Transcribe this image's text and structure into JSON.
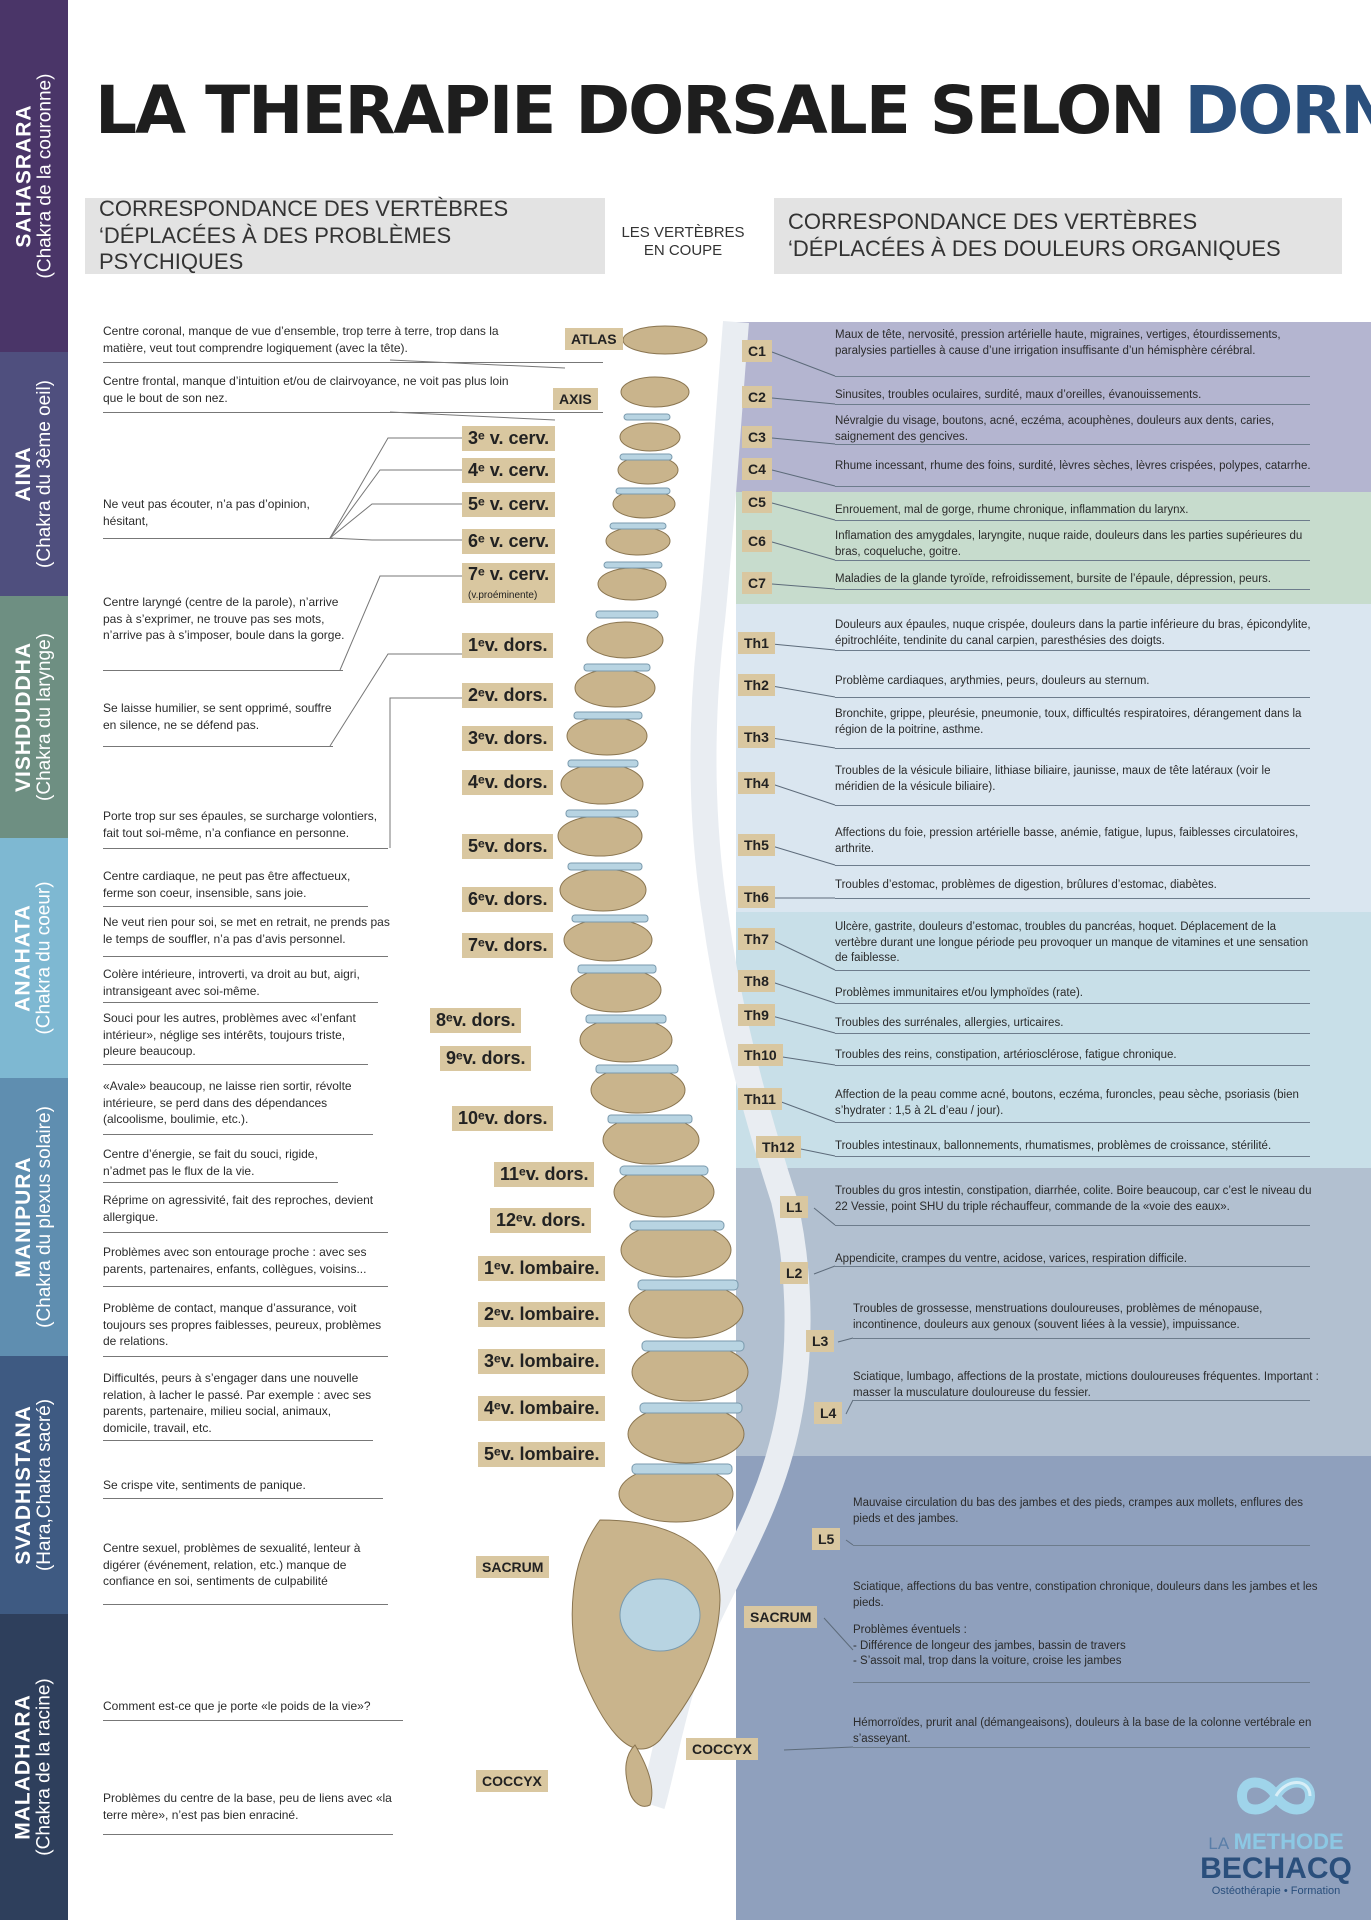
{
  "title": {
    "main": "LA THERAPIE DORSALE SELON",
    "accent": "DORN"
  },
  "headers": {
    "left": "CORRESPONDANCE DES VERTÈBRES ‘DÉPLACÉES À DES PROBLÈMES PSYCHIQUES",
    "middle": "LES VERTÈBRES EN COUPE",
    "right": "CORRESPONDANCE DES VERTÈBRES ‘DÉPLACÉES À DES DOULEURS ORGANIQUES"
  },
  "chakras": [
    {
      "name": "SAHASRARA",
      "sub": "(Chakra de la couronne)",
      "color": "#4a3568"
    },
    {
      "name": "AINA",
      "sub": "(Chakra du 3ème oeil)",
      "color": "#4f4f7e"
    },
    {
      "name": "VISHDUDDHA",
      "sub": "(Chakra du larynge)",
      "color": "#6e8f82"
    },
    {
      "name": "ANAHATA",
      "sub": "(Chakra du coeur)",
      "color": "#7eb8d2"
    },
    {
      "name": "MANIPURA",
      "sub": "(Chakra du plexus solaire)",
      "color": "#5f8eb0"
    },
    {
      "name": "SVADHISTANA",
      "sub": "(Hara,Chakra sacré)",
      "color": "#3e5a82"
    },
    {
      "name": "MALADHARA",
      "sub": "(Chakra de la racine)",
      "color": "#2e3f5c"
    }
  ],
  "left_texts": [
    "Centre coronal, manque de vue d’ensemble, trop terre à terre, trop dans la matière, veut tout comprendre logiquement (avec la tête).",
    "Centre frontal, manque d’intuition et/ou de clairvoyance, ne voit pas plus loin que le bout de son nez.",
    "Ne veut pas écouter, n’a pas d’opinion, hésitant,",
    "Centre laryngé (centre de la parole), n’arrive pas à s’exprimer, ne trouve pas ses mots, n’arrive pas à s’imposer, boule dans la gorge.",
    "Se laisse humilier, se sent opprimé, souffre en silence, ne se défend pas.",
    "Porte trop sur ses épaules, se surcharge volontiers, fait tout soi-même, n’a confiance en personne.",
    "Centre cardiaque, ne peut pas être affectueux, ferme son coeur, insensible, sans joie.",
    "Ne veut rien pour soi, se met en retrait, ne prends pas le temps de souffler, n’a pas d’avis personnel.",
    "Colère intérieure, introverti, va droit au but, aigri, intransigeant avec soi-même.",
    "Souci pour les autres, problèmes avec «l’enfant intérieur», néglige ses intérêts, toujours triste, pleure beaucoup.",
    "«Avale» beaucoup, ne laisse rien sortir, révolte intérieure, se perd dans des dépendances (alcoolisme, boulimie, etc.).",
    "Centre d’énergie, se fait du souci, rigide, n’admet pas le flux de la vie.",
    "Réprime on agressivité, fait des reproches, devient allergique.",
    "Problèmes avec son entourage proche : avec ses parents, partenaires, enfants, collègues, voisins...",
    "Problème de contact, manque d’assurance, voit toujours ses propres faiblesses, peureux, problèmes de relations.",
    "Difficultés, peurs à s’engager dans une nouvelle relation, à lacher le passé. Par exemple : avec ses parents, partenaire, milieu social, animaux, domicile, travail, etc.",
    "Se crispe vite, sentiments de panique.",
    "Centre sexuel, problèmes de sexualité, lenteur à digérer (événement, relation, etc.) manque de confiance en soi, sentiments de culpabilité",
    "Comment est-ce que je porte «le poids de la vie»?",
    "Problèmes du centre de la base, peu de liens avec «la terre mère», n’est pas bien enraciné."
  ],
  "left_labels": [
    "ATLAS",
    "AXIS",
    "3ᵉ v. cerv.",
    "4ᵉ v. cerv.",
    "5ᵉ v. cerv.",
    "6ᵉ v. cerv.",
    "7ᵉ v. cerv.",
    "1ᵉv. dors.",
    "2ᵉv. dors.",
    "3ᵉv. dors.",
    "4ᵉv. dors.",
    "5ᵉv. dors.",
    "6ᵉv. dors.",
    "7ᵉv. dors.",
    "8ᵉv. dors.",
    "9ᵉv. dors.",
    "10ᵉv. dors.",
    "11ᵉv. dors.",
    "12ᵉv. dors.",
    "1ᵉv. lombaire.",
    "2ᵉv. lombaire.",
    "3ᵉv. lombaire.",
    "4ᵉv. lombaire.",
    "5ᵉv. lombaire.",
    "SACRUM",
    "COCCYX"
  ],
  "c7_note": "(v.proéminente)",
  "right_labels": [
    "C1",
    "C2",
    "C3",
    "C4",
    "C5",
    "C6",
    "C7",
    "Th1",
    "Th2",
    "Th3",
    "Th4",
    "Th5",
    "Th6",
    "Th7",
    "Th8",
    "Th9",
    "Th10",
    "Th11",
    "Th12",
    "L1",
    "L2",
    "L3",
    "L4",
    "L5",
    "SACRUM",
    "COCCYX"
  ],
  "right_texts": [
    "Maux de tête, nervosité, pression artérielle haute, migraines, vertiges, étourdissements, paralysies partielles à cause d’une irrigation insuffisante d’un hémisphère cérébral.",
    "Sinusites, troubles oculaires, surdité, maux d’oreilles, évanouissements.",
    "Névralgie du visage, boutons, acné, eczéma, acouphènes, douleurs aux dents, caries, saignement des gencives.",
    "Rhume incessant, rhume des foins, surdité, lèvres sèches, lèvres crispées, polypes, catarrhe.",
    "Enrouement, mal de gorge, rhume chronique, inflammation du larynx.",
    "Inflamation des amygdales, laryngite, nuque raide, douleurs dans les parties supérieures du bras, coqueluche, goitre.",
    "Maladies de la glande tyroïde, refroidissement, bursite de l’épaule, dépression, peurs.",
    "Douleurs aux épaules, nuque crispée, douleurs dans la partie inférieure du bras, épicondylite, épitrochléite, tendinite du canal carpien, paresthésies des doigts.",
    "Problème cardiaques, arythmies, peurs, douleurs au sternum.",
    "Bronchite, grippe, pleurésie, pneumonie, toux, difficultés respiratoires, dérangement dans la région de la poitrine, asthme.",
    "Troubles de la vésicule biliaire, lithiase biliaire, jaunisse, maux de tête latéraux (voir le méridien de la vésicule biliaire).",
    "Affections du foie, pression artérielle basse, anémie, fatigue, lupus, faiblesses circulatoires, arthrite.",
    "Troubles d’estomac, problèmes de digestion, brûlures d’estomac, diabètes.",
    "Ulcère, gastrite, douleurs d’estomac, troubles du pancréas, hoquet. Déplacement de la vertèbre durant une longue période peu provoquer un manque de vitamines et une sensation de faiblesse.",
    "Problèmes immunitaires et/ou lymphoïdes (rate).",
    "Troubles des surrénales, allergies, urticaires.",
    "Troubles des reins, constipation, artériosclérose, fatigue chronique.",
    "Affection de la peau comme acné, boutons, eczéma, furoncles, peau sèche, psoriasis (bien s’hydrater : 1,5 à 2L d’eau / jour).",
    "Troubles intestinaux, ballonnements, rhumatismes, problèmes de croissance, stérilité.",
    "Troubles du gros intestin, constipation, diarrhée, colite. Boire beaucoup, car c’est le niveau du 22 Vessie, point SHU du triple réchauffeur, commande de la «voie des eaux».",
    "Appendicite, crampes du ventre, acidose, varices, respiration difficile.",
    "Troubles de grossesse, menstruations douloureuses, problèmes de ménopause, incontinence, douleurs aux genoux (souvent liées à la vessie), impuissance.",
    "Sciatique, lumbago, affections de la prostate, mictions douloureuses fréquentes. Important : masser la musculature douloureuse du fessier.",
    "Mauvaise circulation du bas des jambes et des pieds, crampes aux mollets, enflures des pieds et des jambes.",
    "Sciatique, affections du bas ventre, constipation chronique, douleurs dans les jambes et les pieds.",
    "Hémorroïdes, prurit anal (démangeaisons), douleurs à la base de la colonne vertébrale en s’asseyant."
  ],
  "sacrum_extra": {
    "title": "Problèmes éventuels :",
    "items": [
      "- Différence de longeur des jambes, bassin de travers",
      "- S’assoit mal, trop dans la voiture, croise les jambes"
    ]
  },
  "logo": {
    "line1": "LA",
    "line2": "METHODE",
    "line3": "BECHACQ",
    "tagline": "Ostéothérapie • Formation"
  },
  "colors": {
    "bone": "#c9b48c",
    "disc": "#b8d4e2",
    "label": "#d9c7a0",
    "accent": "#2a4f7c"
  }
}
